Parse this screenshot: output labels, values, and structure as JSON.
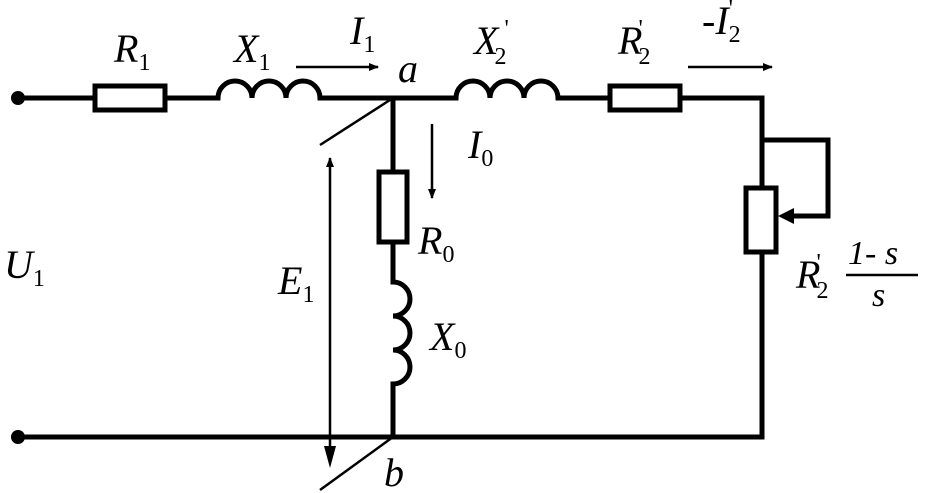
{
  "labels": {
    "r1": {
      "main": "R",
      "sub": "1",
      "sup": ""
    },
    "x1": {
      "main": "X",
      "sub": "1",
      "sup": ""
    },
    "i1": {
      "main": "I",
      "sub": "1",
      "sup": ""
    },
    "node_a": "a",
    "x2": {
      "main": "X",
      "sub": "2",
      "sup": "'"
    },
    "r2": {
      "main": "R",
      "sub": "2",
      "sup": "'"
    },
    "i2": {
      "prefix": "-",
      "main": "I",
      "sub": "2",
      "sup": "'"
    },
    "i0": {
      "main": "I",
      "sub": "0",
      "sup": ""
    },
    "r0": {
      "main": "R",
      "sub": "0",
      "sup": ""
    },
    "x0": {
      "main": "X",
      "sub": "0",
      "sup": ""
    },
    "e1": {
      "main": "E",
      "sub": "1",
      "sup": ""
    },
    "u1": {
      "main": "U",
      "sub": "1",
      "sup": ""
    },
    "node_b": "b",
    "load": {
      "main": "R",
      "sub": "2",
      "sup": "'",
      "numerator": "1- s",
      "denominator": "s"
    }
  }
}
